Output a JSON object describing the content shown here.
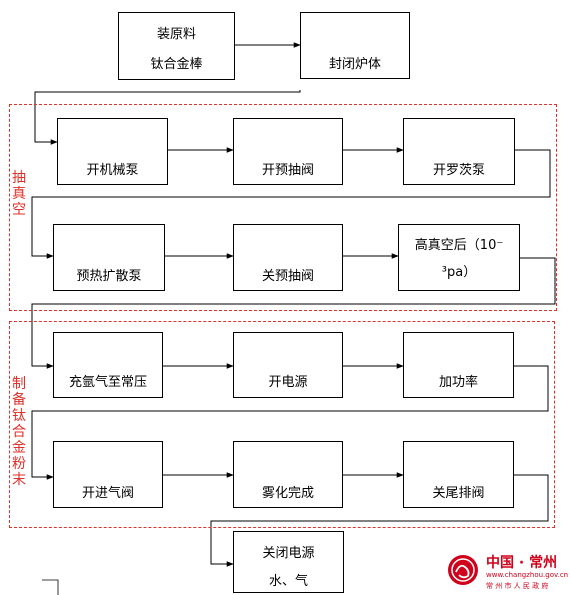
{
  "diagram": {
    "group_labels": {
      "vacuum": "抽真空",
      "powder": "制备钛合金粉末"
    },
    "steps": {
      "load": [
        "装原料",
        "钛合金棒"
      ],
      "seal": [
        "封闭炉体"
      ],
      "mech_pump": [
        "开机械泵"
      ],
      "pre_valve_open": [
        "开预抽阀"
      ],
      "roots_pump": [
        "开罗茨泵"
      ],
      "preheat_diff": [
        "预热扩散泵"
      ],
      "pre_valve_close": [
        "关预抽阀"
      ],
      "high_vacuum": [
        "高真空后（10⁻",
        "³pa）"
      ],
      "argon": [
        "充氩气至常压"
      ],
      "power_on": [
        "开电源"
      ],
      "power_up": [
        "加功率"
      ],
      "intake_valve": [
        "开进气阀"
      ],
      "atomize_done": [
        "雾化完成"
      ],
      "exhaust_valve": [
        "关尾排阀"
      ],
      "shutdown": [
        "关闭电源",
        "水、气"
      ]
    }
  },
  "watermark": {
    "name": "中国 · 常州",
    "url": "www.changzhou.gov.cn",
    "tagline": "常 州 市 人 民 政 府",
    "color": "#d0021b"
  }
}
